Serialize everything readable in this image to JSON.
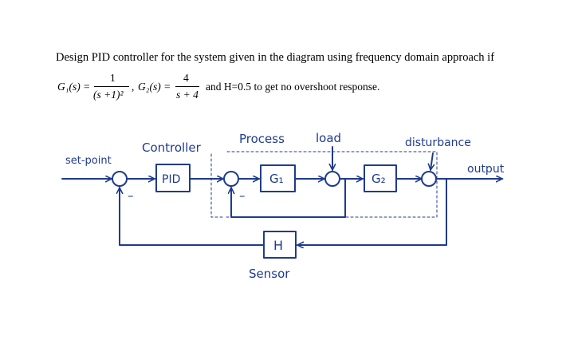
{
  "question": {
    "text": "Design PID controller for the system given in the diagram using frequency domain approach if",
    "g1_lhs": "G₁(s) =",
    "g1_num": "1",
    "g1_den": "(s +1)²",
    "sep": ",",
    "g2_lhs": "G₂(s) =",
    "g2_num": "4",
    "g2_den": "s + 4",
    "condition": "and H=0.5 to get no overshoot response."
  },
  "diagram": {
    "setpoint_label": "set-point",
    "controller_label": "Controller",
    "process_label": "Process",
    "load_label": "load",
    "disturbance_label": "disturbance",
    "output_label": "output",
    "sensor_label": "Sensor",
    "pid_block": "PID",
    "g1_block": "G₁",
    "g2_block": "G₂",
    "h_block": "H",
    "minus_sign": "–",
    "ink_color": "#1f3b8f"
  }
}
